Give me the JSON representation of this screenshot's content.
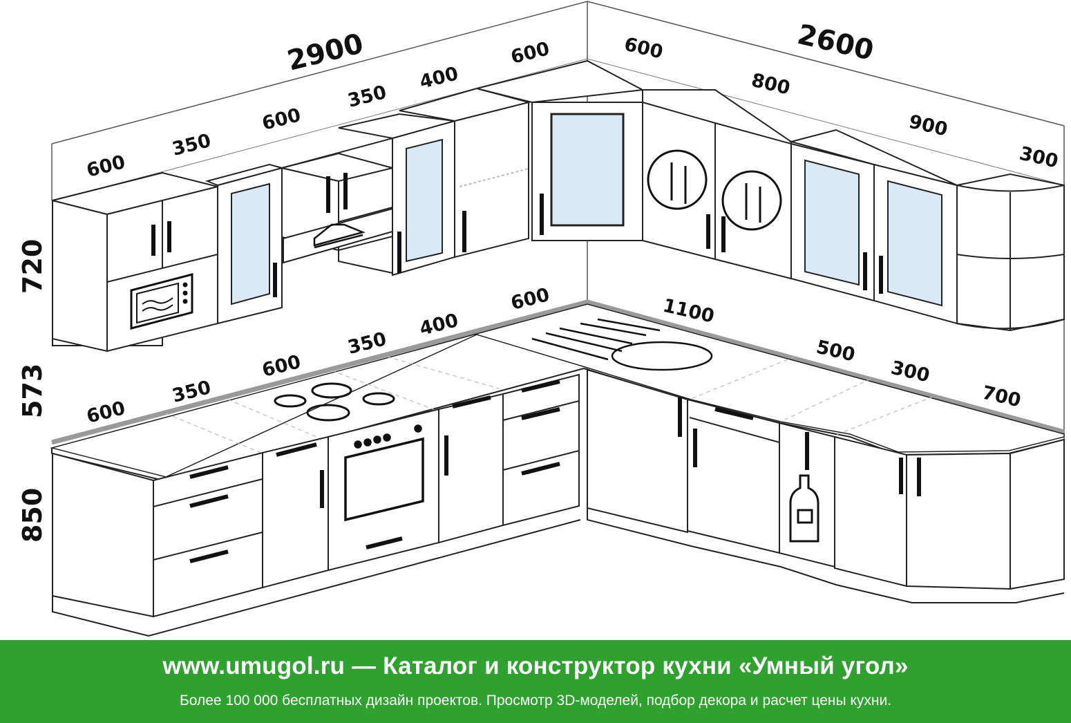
{
  "dimensions": {
    "wall_left_total": "2900",
    "wall_right_total": "2600",
    "height_upper": "720",
    "height_gap": "573",
    "height_base": "850",
    "upper_left": [
      "600",
      "350",
      "600",
      "350",
      "400",
      "600"
    ],
    "upper_right": [
      "600",
      "800",
      "900",
      "300"
    ],
    "base_left": [
      "600",
      "350",
      "600",
      "350",
      "400",
      "600"
    ],
    "base_right": [
      "1100",
      "500",
      "300",
      "700"
    ]
  },
  "icons": [
    "microwave-icon",
    "hood-icon",
    "cutlery-plate-icon",
    "cooktop-icon",
    "sink-icon",
    "oven-icon",
    "bottle-icon"
  ],
  "banner": {
    "headline": "www.umugol.ru — Каталог и конструктор кухни «Умный угол»",
    "subline": "Более 100 000 бесплатных дизайн проектов. Просмотр 3D-моделей, подбор декора и расчет цены кухни."
  },
  "colors": {
    "banner": "#2ea12f",
    "glass": "#dbe9f6",
    "line": "#111111",
    "countertop_edge": "#9a9a9a"
  }
}
